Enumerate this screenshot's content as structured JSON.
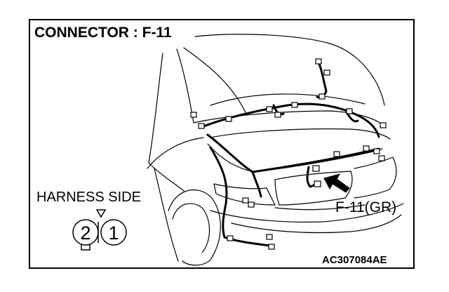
{
  "title": "CONNECTOR : F-11",
  "harness_label": "HARNESS SIDE",
  "connector_label": "F-11(GR)",
  "figure_code": "AC307084AE",
  "pins": [
    "2",
    "1"
  ]
}
